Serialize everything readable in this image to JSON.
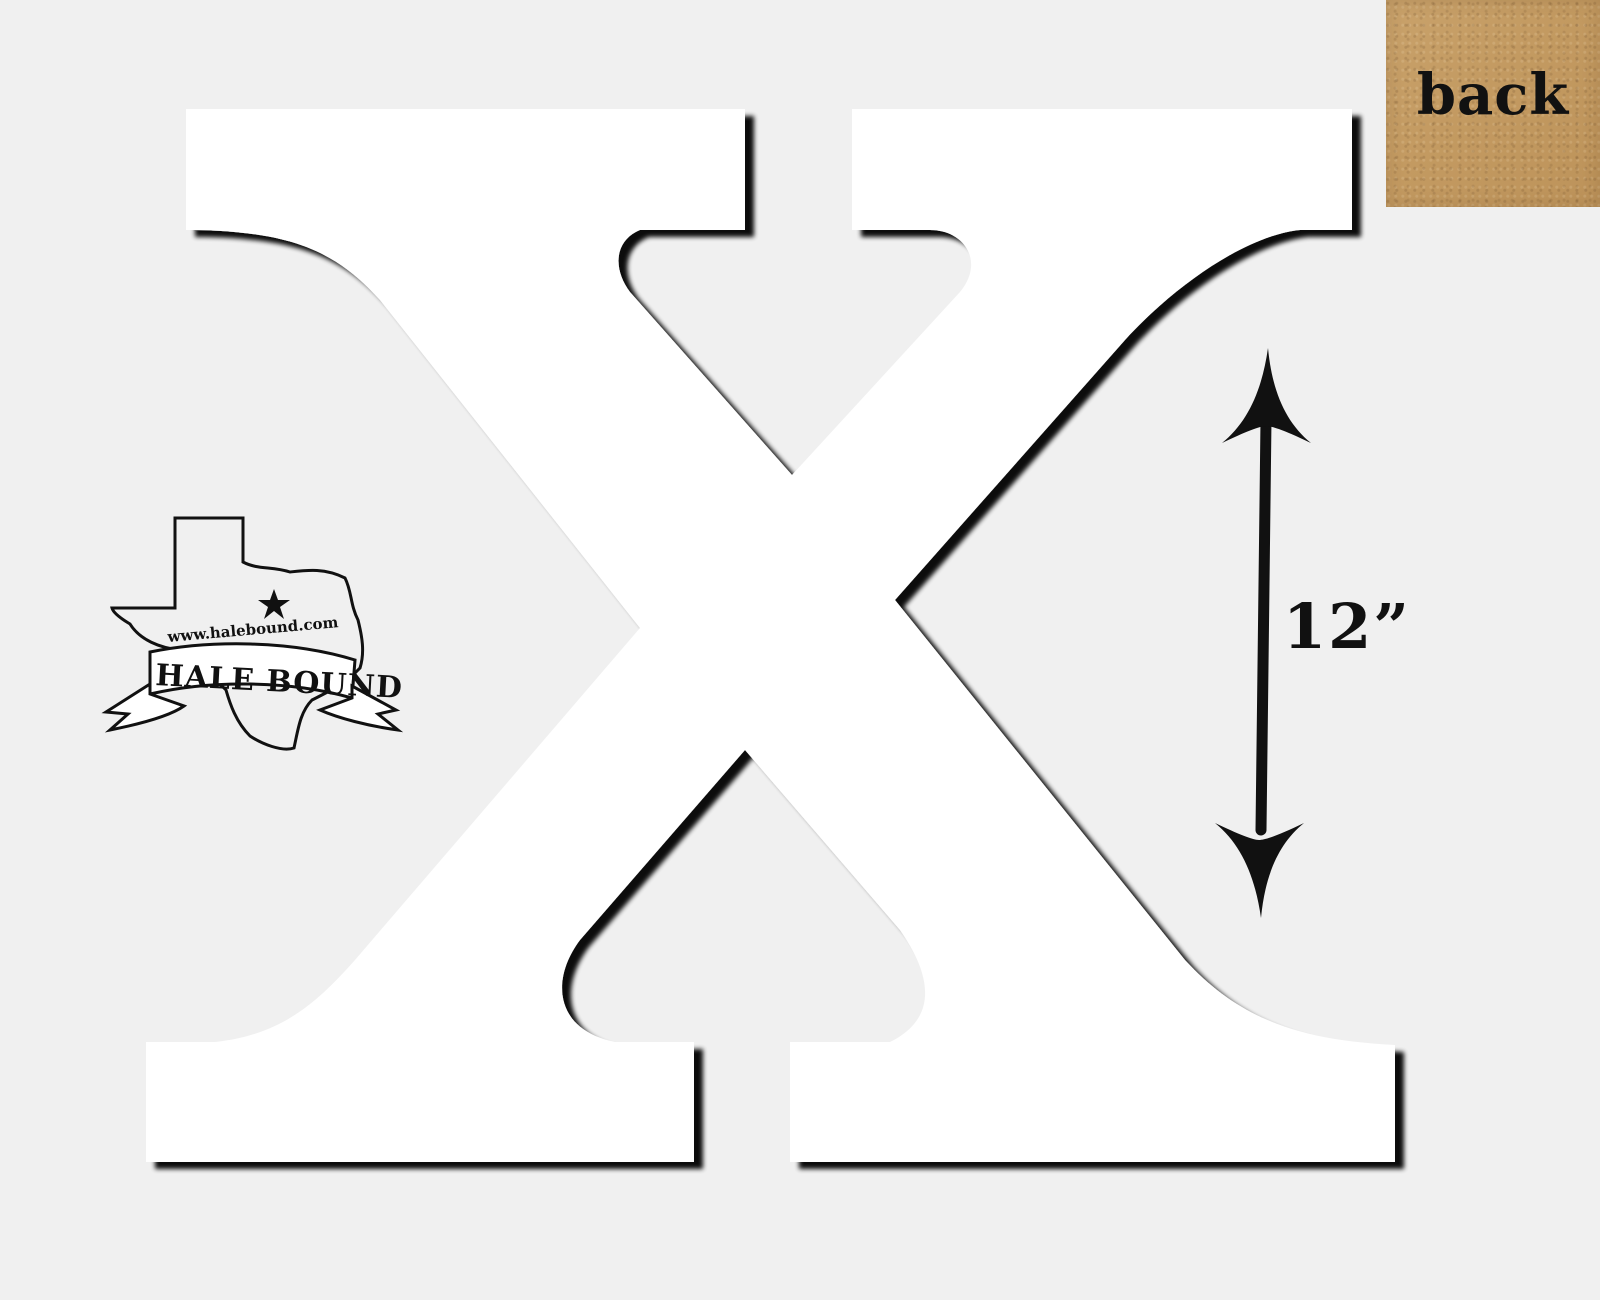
{
  "product": {
    "letter": "X",
    "letter_color": "#ffffff",
    "background_color": "#f0f0f0",
    "shadow_color": "#1a1a1a"
  },
  "back_swatch": {
    "label": "back",
    "material_color": "#c69e66"
  },
  "dimension": {
    "label": "12”",
    "icon": "double-headed-arrow-icon"
  },
  "logo": {
    "url_text": "www.halebound.com",
    "brand_name": "HALE BOUND",
    "icon": "texas-state-outline-icon",
    "star_icon": "star-icon"
  }
}
